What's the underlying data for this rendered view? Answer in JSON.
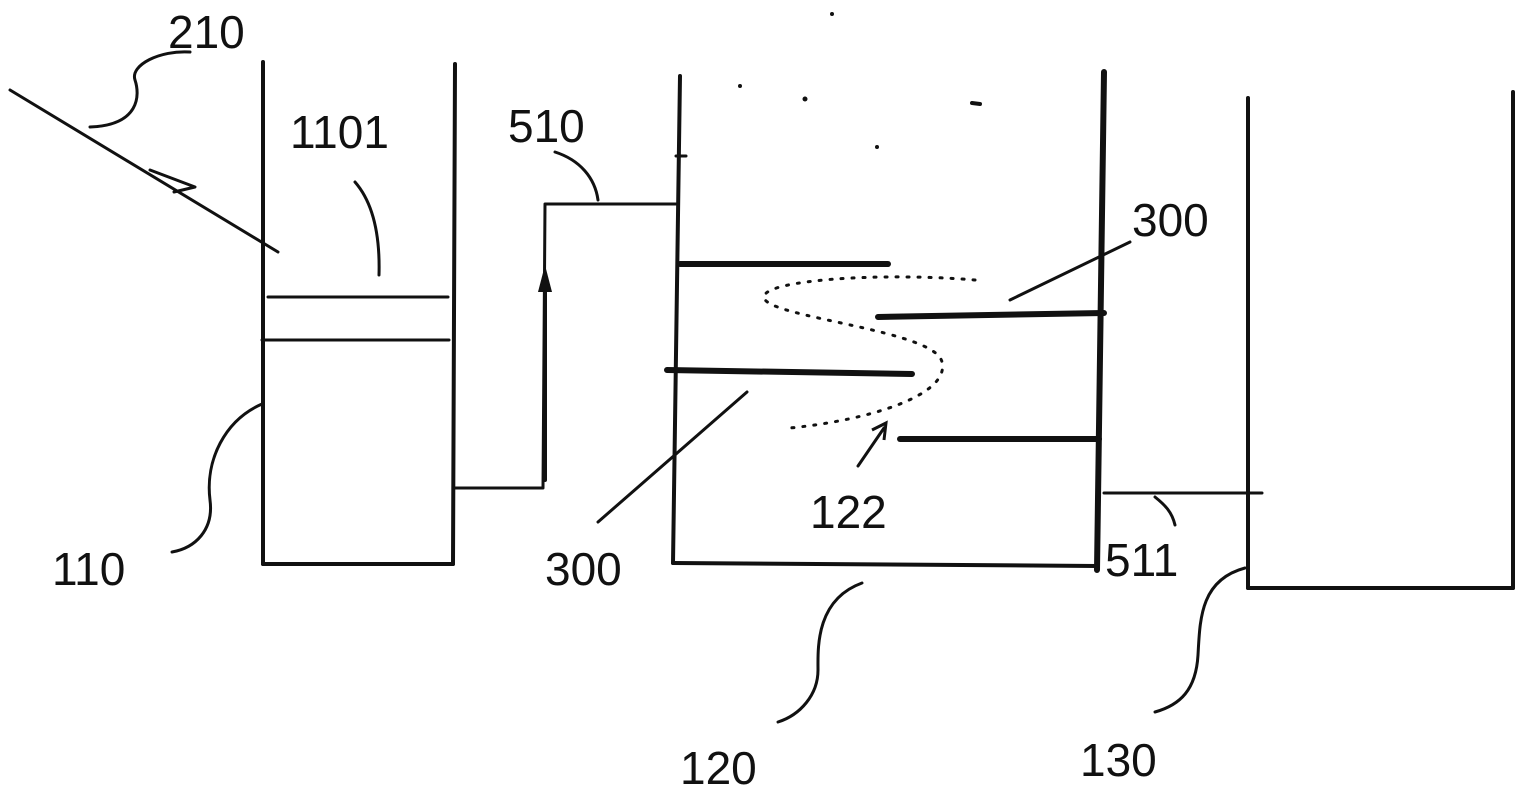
{
  "labels": {
    "l210": "210",
    "l1101": "1101",
    "l510": "510",
    "l300_top": "300",
    "l300_bottom": "300",
    "l122": "122",
    "l110": "110",
    "l511": "511",
    "l120": "120",
    "l130": "130"
  },
  "colors": {
    "ink": "#111111",
    "background": "#ffffff"
  }
}
